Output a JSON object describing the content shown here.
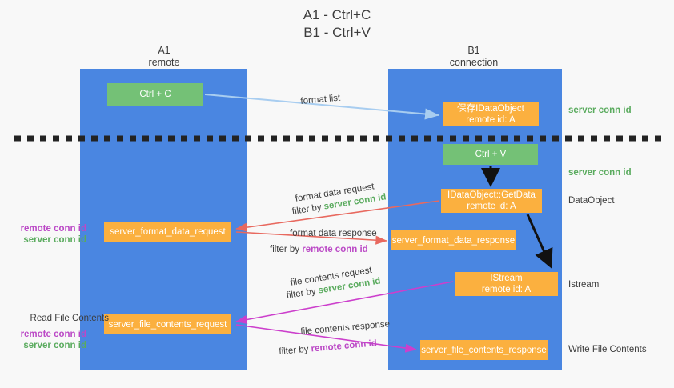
{
  "title": {
    "line1": "A1 - Ctrl+C",
    "line2": "B1 - Ctrl+V"
  },
  "columns": [
    {
      "name": "A1",
      "sub": "remote"
    },
    {
      "name": "B1",
      "sub": "connection"
    }
  ],
  "boxes": {
    "ctrl_c": "Ctrl + C",
    "ctrl_v": "Ctrl + V",
    "idataobject_l1": "保存IDataObject",
    "idataobject_l2": "remote id: A",
    "getdata_l1": "IDataObject::GetData",
    "getdata_l2": "remote id: A",
    "istream_l1": "IStream",
    "istream_l2": "remote id: A",
    "server_format_data_request": "server_format_data_request",
    "server_format_data_response": "server_format_data_response",
    "server_file_contents_request": "server_file_contents_request",
    "server_file_contents_response": "server_file_contents_response"
  },
  "edge_labels": {
    "format_list": "format list",
    "format_data_request": "format data request",
    "format_data_request_filter_prefix": "filter by ",
    "format_data_request_filter_value": "server conn id",
    "format_data_response": "format data response",
    "format_data_response_filter_prefix": "filter by ",
    "format_data_response_filter_value": "remote conn id",
    "file_contents_request": "file contents request",
    "file_contents_request_filter_prefix": "filter by ",
    "file_contents_request_filter_value": "server conn id",
    "file_contents_response": "file contents response",
    "file_contents_response_filter_prefix": "filter by ",
    "file_contents_response_filter_value": "remote conn id"
  },
  "right_annotations": {
    "server_conn_id_top": "server conn id",
    "server_conn_id_mid": "server conn id",
    "dataobject": "DataObject",
    "istream": "Istream",
    "write_file_contents": "Write File Contents"
  },
  "left_annotations": {
    "remote_conn_id_1": "remote conn id",
    "server_conn_id_1": "server conn id",
    "read_file_contents": "Read File Contents",
    "remote_conn_id_2": "remote conn id",
    "server_conn_id_2": "server conn id"
  },
  "colors": {
    "lane_blue": "#4a86e1",
    "box_green": "#74c176",
    "box_orange": "#fbb03f",
    "arrow_light_blue": "#a8cdf0",
    "arrow_red": "#e8695f",
    "arrow_magenta": "#cc3fcc",
    "arrow_black": "#000000",
    "text_green": "#5aab5e",
    "text_purple": "#bb49c6",
    "background": "#f8f8f8"
  }
}
